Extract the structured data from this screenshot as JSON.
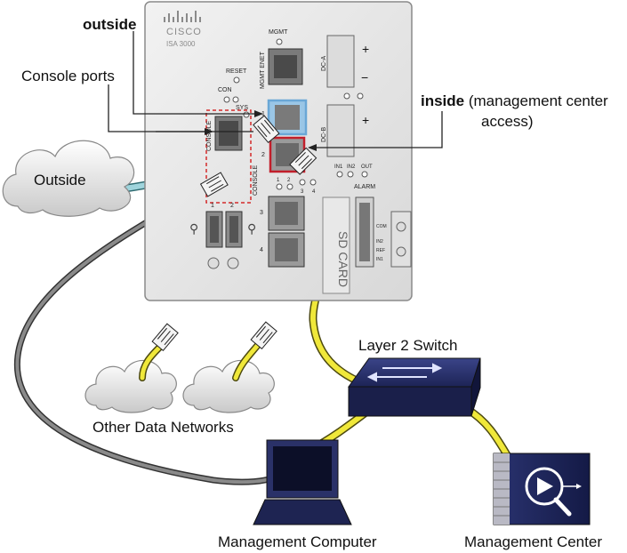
{
  "device": {
    "brand": "CISCO",
    "model": "ISA 3000",
    "mgmt_label": "MGMT",
    "mgmt_enet_label": "MGMT ENET",
    "reset_label": "RESET",
    "con_label": "CON",
    "sys_label": "SYS",
    "console_label": "CONSOLE",
    "console_vert_label": "CONSOLE",
    "dc_a_label": "DC-A",
    "dc_b_label": "DC-B",
    "plus": "+",
    "minus": "−",
    "port_1": "1",
    "port_2": "2",
    "port_3": "3",
    "port_4": "4",
    "usb_1": "1",
    "usb_2": "2",
    "led_numbers": [
      "1",
      "2",
      "3",
      "4"
    ],
    "in1": "IN1",
    "in2": "IN2",
    "out": "OUT",
    "alarm": "ALARM",
    "com": "COM",
    "ref": "REF",
    "sd_card": "SD CARD"
  },
  "labels": {
    "outside_port": "outside",
    "console_ports": "Console ports",
    "inside_bold": "inside",
    "inside_rest_1": "(management center",
    "inside_rest_2": "access)",
    "outside_cloud": "Outside",
    "layer2_switch": "Layer 2 Switch",
    "other_networks": "Other Data Networks",
    "management_computer": "Management Computer",
    "management_center": "Management Center"
  },
  "colors": {
    "outside_cable": "#9fd4dc",
    "data_cable": "#f0e83a",
    "console_cable": "#6e6e6e",
    "outside_port_highlight": "#6aa7d6",
    "inside_port_highlight": "#c21f2b",
    "console_highlight": "#d42a2a"
  }
}
